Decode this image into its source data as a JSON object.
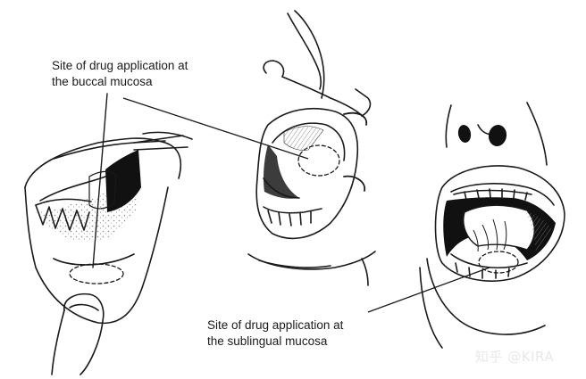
{
  "labels": {
    "buccal_line1": "Site of drug application at",
    "buccal_line2": "the buccal mucosa",
    "sublingual_line1": "Site of drug application at",
    "sublingual_line2": "the sublingual mucosa"
  },
  "watermark": "知乎 @KIRA",
  "colors": {
    "ink": "#1a1a1a",
    "dark": "#111111",
    "shade": "#8a8a8a",
    "paper": "#ffffff",
    "watermark": "#e8e8e8"
  }
}
